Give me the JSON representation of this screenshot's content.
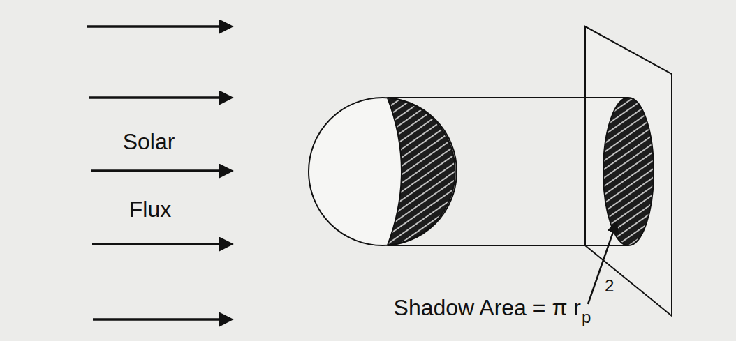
{
  "diagram": {
    "labels": [
      "Solar",
      "Flux",
      "Shadow Area = π r",
      "p",
      "2"
    ]
  }
}
